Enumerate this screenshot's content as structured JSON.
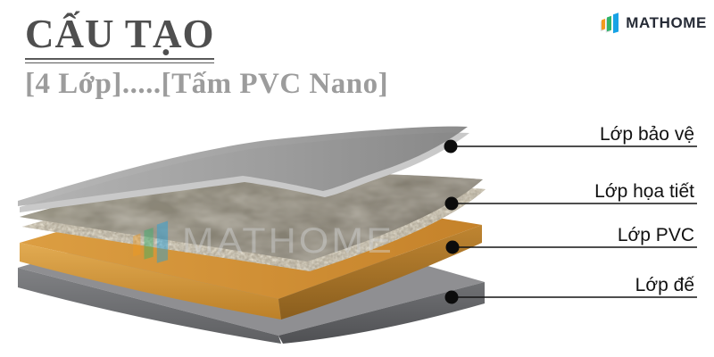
{
  "header": {
    "title": "CẤU TẠO",
    "subtitle": "[4 Lớp].....[Tấm PVC Nano]",
    "title_color": "#4f4f4f",
    "subtitle_color": "#9c9c9c"
  },
  "logo": {
    "text": "MATHOME",
    "text_color": "#262b36",
    "bar_colors": [
      "#f29a1e",
      "#2fb46a",
      "#17a2e5"
    ]
  },
  "watermark": {
    "text": "MATHOME"
  },
  "diagram": {
    "layers": [
      {
        "label": "Lớp bảo vệ",
        "color": "#9c9c9c"
      },
      {
        "label": "Lớp họa tiết",
        "color": "#8a8376"
      },
      {
        "label": "Lớp PVC",
        "color": "#cf8d33"
      },
      {
        "label": "Lớp đế",
        "color": "#737477"
      }
    ],
    "leader_color": "#111111"
  }
}
